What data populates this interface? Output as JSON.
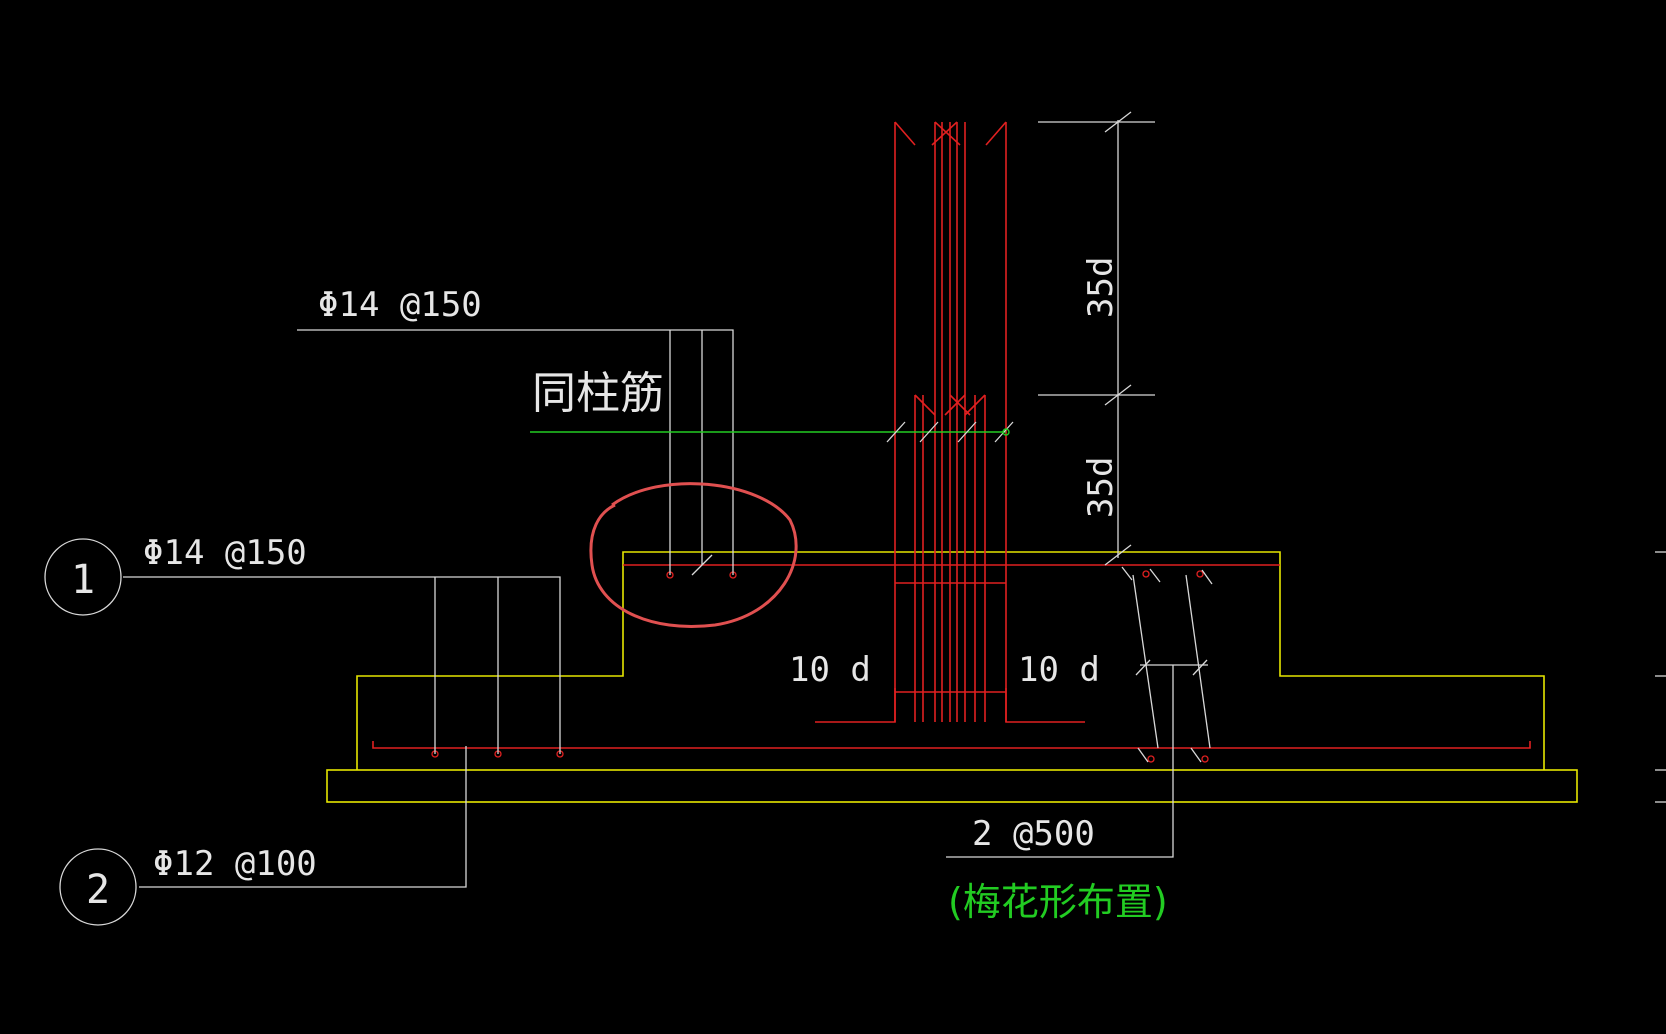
{
  "labels": {
    "top_rebar": "Φ14 @150",
    "bottom_rebar_1": "Φ14 @150",
    "bottom_rebar_2": "Φ12 @100",
    "same_as_column": "同柱筋",
    "anchor_upper": "35d",
    "anchor_lower": "35d",
    "hook_left": "10 d",
    "hook_right": "10 d",
    "tie_spacing": "2 @500",
    "tie_note": "(梅花形布置)",
    "callout_1": "1",
    "callout_2": "2"
  },
  "colors": {
    "background": "#000000",
    "concrete_outline": "#e6e600",
    "rebar": "#e02020",
    "annotation": "#d8d8d8",
    "note": "#22cc22",
    "markup_circle": "#e05050"
  }
}
